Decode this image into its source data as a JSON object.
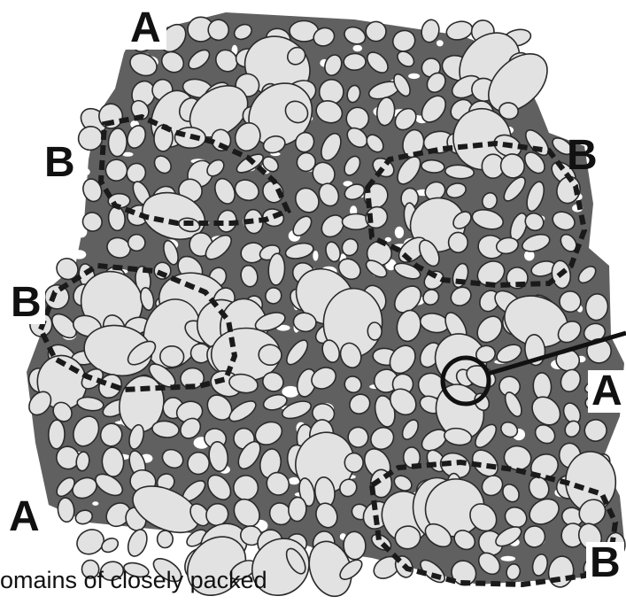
{
  "labels": {
    "a_top": "A",
    "a_bottom_left": "A",
    "a_right": "A",
    "b_left_upper": "B",
    "b_left_middle": "B",
    "b_right_upper": "B",
    "b_right_lower": "B"
  },
  "caption": "omains of closely packed",
  "colors": {
    "matrix": "#606060",
    "grain_fill": "#e2e2e2",
    "grain_edge": "#2a2a2a",
    "domain_border": "#1a1a1a",
    "pore": "#ffffff"
  }
}
